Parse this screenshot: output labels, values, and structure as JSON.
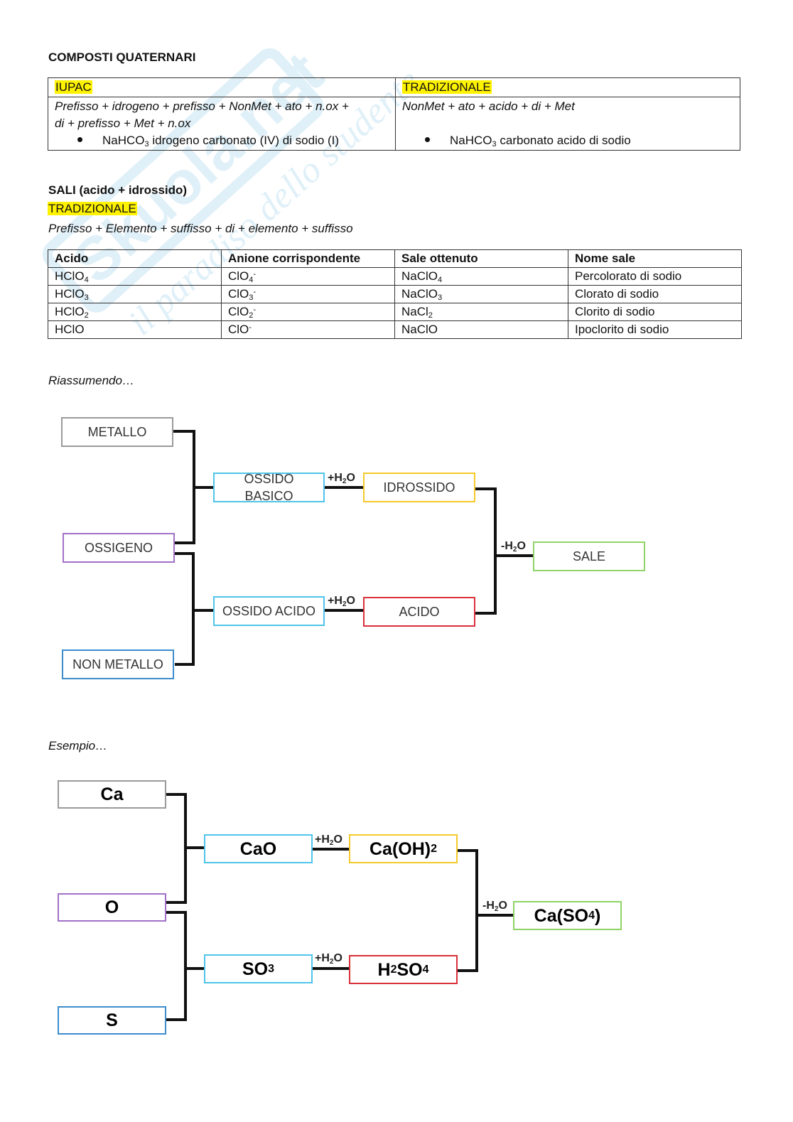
{
  "section1": {
    "title": "COMPOSTI QUATERNARI",
    "iupac_header": "IUPAC",
    "trad_header": "TRADIZIONALE",
    "iupac_formula_line1": "Prefisso + idrogeno + prefisso + NonMet + ato + n.ox +",
    "iupac_formula_line2": "di + prefisso + Met + n.ox",
    "iupac_example_formula": "NaHCO",
    "iupac_example_sub": "3",
    "iupac_example_name": "idrogeno carbonato (IV) di sodio (I)",
    "trad_formula": "NonMet + ato + acido + di + Met",
    "trad_example_formula": "NaHCO",
    "trad_example_sub": "3",
    "trad_example_name": "carbonato acido di sodio"
  },
  "section2": {
    "title": "SALI (acido + idrossido)",
    "highlight": "TRADIZIONALE",
    "rule": "Prefisso + Elemento + suffisso + di + elemento + suffisso",
    "headers": [
      "Acido",
      "Anione corrispondente",
      "Sale ottenuto",
      "Nome sale"
    ],
    "rows": [
      {
        "acid": "HClO",
        "acid_sub": "4",
        "anion": "ClO",
        "anion_sub": "4",
        "anion_sup": "-",
        "salt": "NaClO",
        "salt_sub": "4",
        "name": "Percolorato di sodio"
      },
      {
        "acid": "HClO",
        "acid_sub": "3",
        "anion": "ClO",
        "anion_sub": "3",
        "anion_sup": "-",
        "salt": "NaClO",
        "salt_sub": "3",
        "name": "Clorato di sodio"
      },
      {
        "acid": "HClO",
        "acid_sub": "2",
        "anion": "ClO",
        "anion_sub": "2",
        "anion_sup": "-",
        "salt": "NaCl",
        "salt_sub": "2",
        "name": "Clorito di sodio"
      },
      {
        "acid": "HClO",
        "acid_sub": "",
        "anion": "ClO",
        "anion_sub": "",
        "anion_sup": "-",
        "salt": "NaClO",
        "salt_sub": "",
        "name": "Ipoclorito di sodio"
      }
    ]
  },
  "summary": {
    "intro": "Riassumendo…",
    "metallo": "METALLO",
    "ossigeno": "OSSIGENO",
    "non_metallo": "NON METALLO",
    "ossido_basico_l1": "OSSIDO",
    "ossido_basico_l2": "BASICO",
    "ossido_acido": "OSSIDO ACIDO",
    "idrossido": "IDROSSIDO",
    "acido": "ACIDO",
    "sale": "SALE",
    "water_add_1": "+H",
    "water_add_2": "O",
    "water_sub": "2",
    "water_remove_1": "-H",
    "water_remove_2": "O"
  },
  "example": {
    "intro": "Esempio…",
    "metal": "Ca",
    "oxygen": "O",
    "nonmetal": "S",
    "basic_oxide": "CaO",
    "acid_oxide": "SO",
    "acid_oxide_sub": "3",
    "hydroxide_a": "Ca(OH)",
    "hydroxide_sub": "2",
    "acid_a": "H",
    "acid_sub1": "2",
    "acid_b": "SO",
    "acid_sub2": "4",
    "salt_a": "Ca(SO",
    "salt_sub": "4",
    "salt_b": ")"
  },
  "watermark": {
    "brand": "Skuola.net",
    "tagline": "il paradiso dello studente"
  },
  "colors": {
    "highlight": "#fff200",
    "gray": "#9a9a9a",
    "purple": "#a070c8",
    "blue": "#3d8ccd",
    "cyan": "#4fc4ea",
    "yellow": "#f5c929",
    "red": "#d9303a",
    "green": "#8fd466"
  }
}
